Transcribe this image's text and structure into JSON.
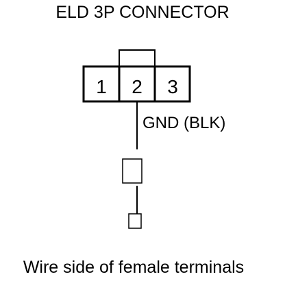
{
  "title": "ELD 3P CONNECTOR",
  "connector": {
    "pins": [
      "1",
      "2",
      "3"
    ]
  },
  "wire_label": "GND (BLK)",
  "caption": "Wire side of female terminals",
  "colors": {
    "stroke": "#000000",
    "background": "#ffffff"
  }
}
